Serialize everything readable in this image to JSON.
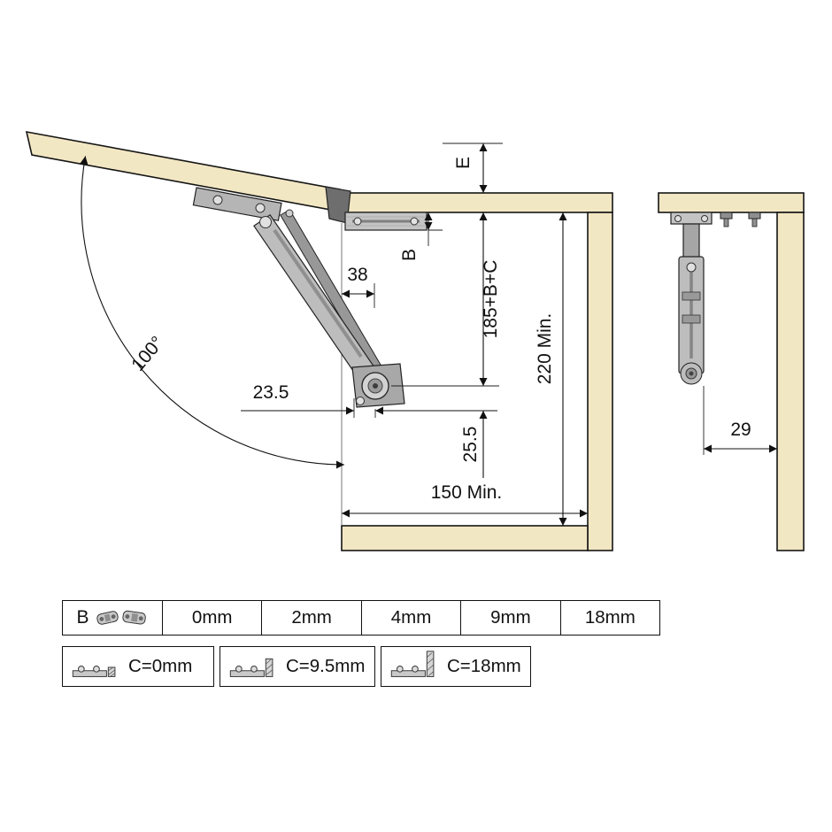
{
  "colors": {
    "wood": "#f2e7c3",
    "metal": "#bdbdbd",
    "line": "#111111",
    "background": "#ffffff"
  },
  "dims": {
    "e": "E",
    "b": "B",
    "h185": "185+B+C",
    "h220": "220 Min.",
    "w38": "38",
    "w23_5": "23.5",
    "h25_5": "25.5",
    "w150": "150 Min.",
    "angle": "100°",
    "w29": "29"
  },
  "table_b": {
    "label": "B",
    "values": [
      "0mm",
      "2mm",
      "4mm",
      "9mm",
      "18mm"
    ]
  },
  "table_c": {
    "options": [
      "C=0mm",
      "C=9.5mm",
      "C=18mm"
    ]
  }
}
